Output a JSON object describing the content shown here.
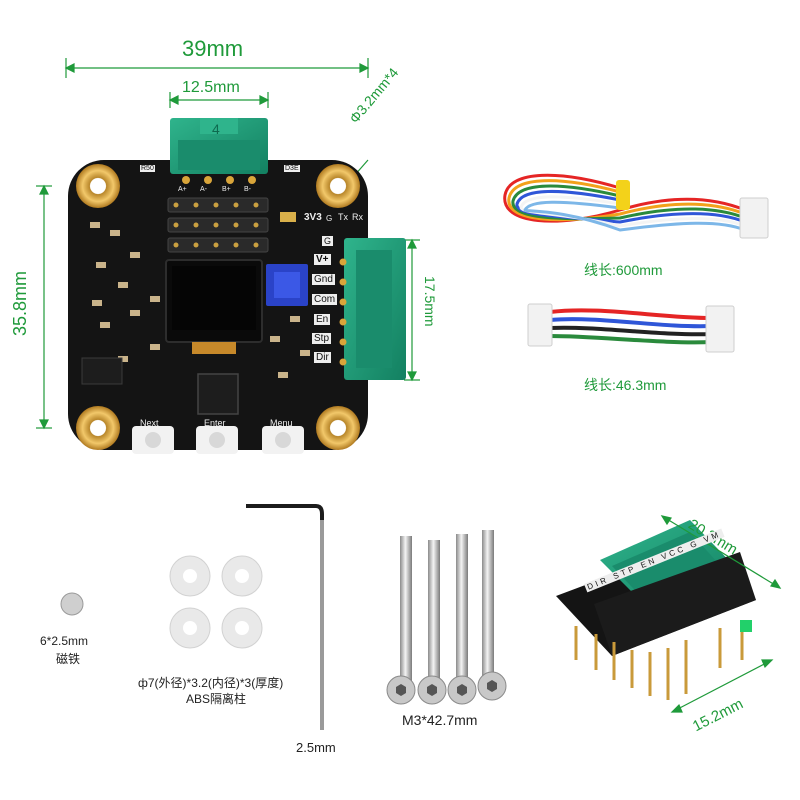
{
  "dimensions": {
    "board_width": "39mm",
    "connector_width": "12.5mm",
    "hole_spec": "Φ3.2mm*4",
    "board_height": "35.8mm",
    "side_connector_height": "17.5mm",
    "adapter_length": "20.2mm",
    "adapter_width": "15.2mm"
  },
  "board": {
    "connector_digit": "4",
    "top_silk": [
      "A+",
      "A-",
      "B+",
      "B-"
    ],
    "resistor_marks": [
      "R50",
      "D3E"
    ],
    "uart_silk": [
      "3V3",
      "G",
      "Tx",
      "Rx"
    ],
    "side_pins": [
      "G",
      "V+",
      "Gnd",
      "Com",
      "En",
      "Stp",
      "Dir"
    ],
    "buttons": [
      "Next",
      "Enter",
      "Menu"
    ]
  },
  "cables": {
    "long_cable_length": "线长:600mm",
    "short_cable_length": "线长:46.3mm"
  },
  "accessories": {
    "magnet_size": "6*2.5mm",
    "magnet_name": "磁铁",
    "spacer_spec": "ф7(外径)*3.2(内径)*3(厚度)",
    "spacer_name": "ABS隔离柱",
    "hex_key_size": "2.5mm",
    "screw_spec": "M3*42.7mm"
  },
  "adapter": {
    "pin_silk": [
      "DIR",
      "STP",
      "EN",
      "VCC",
      "G",
      "VM"
    ]
  },
  "colors": {
    "dimension_green": "#1f9a3a",
    "pcb_black": "#141414",
    "connector_green": "#1f9d7b",
    "gold_pad": "#d9a53a"
  }
}
